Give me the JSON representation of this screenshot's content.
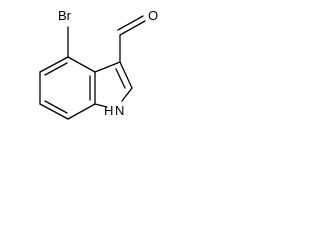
{
  "atom_labels": {
    "bromine": "Br",
    "oxygen": "O",
    "nitrogen_h": "H",
    "nitrogen": "N"
  }
}
